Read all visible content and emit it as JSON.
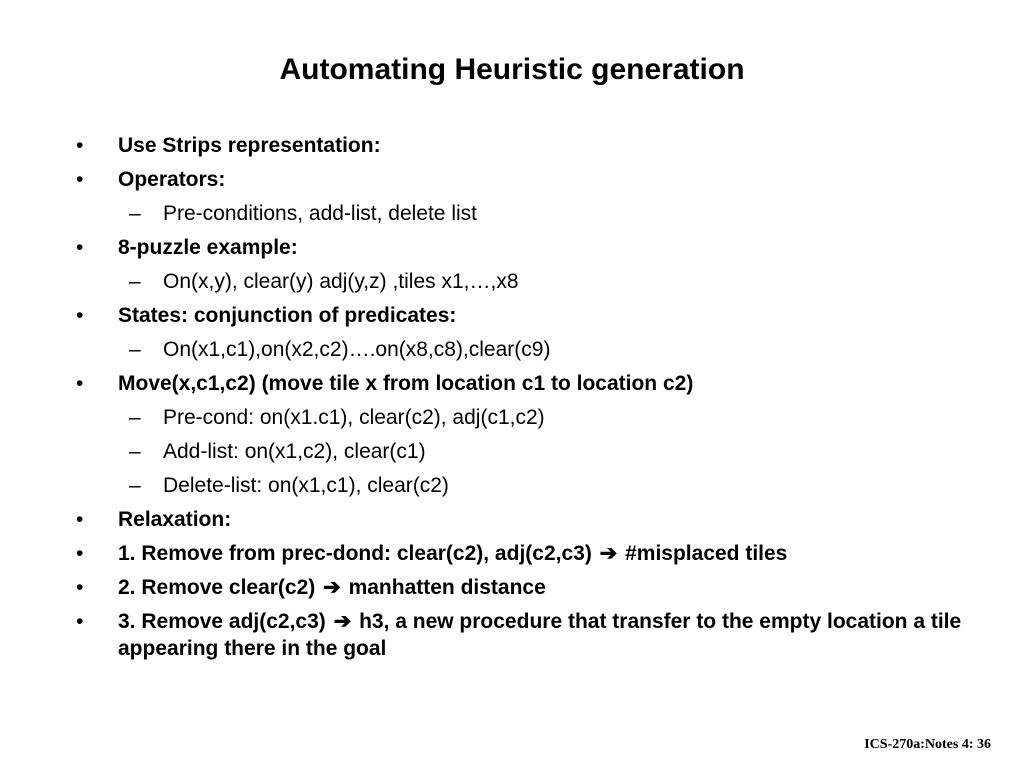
{
  "slide": {
    "title": "Automating Heuristic generation",
    "footer": "ICS-270a:Notes 4: 36",
    "bullet_marker": "•",
    "dash_marker": "–",
    "arrow_glyph": "➔"
  },
  "items": [
    {
      "level": 1,
      "text": "Use Strips representation:"
    },
    {
      "level": 1,
      "text": "Operators:"
    },
    {
      "level": 2,
      "text": "Pre-conditions, add-list, delete list"
    },
    {
      "level": 1,
      "text": "8-puzzle example:"
    },
    {
      "level": 2,
      "text": "On(x,y), clear(y) adj(y,z) ,tiles x1,…,x8"
    },
    {
      "level": 1,
      "text": "States: conjunction of predicates:"
    },
    {
      "level": 2,
      "text": "On(x1,c1),on(x2,c2)….on(x8,c8),clear(c9)"
    },
    {
      "level": 1,
      "text": "Move(x,c1,c2) (move tile x from location c1 to location c2)"
    },
    {
      "level": 2,
      "text": "Pre-cond:  on(x1.c1), clear(c2), adj(c1,c2)"
    },
    {
      "level": 2,
      "text": "Add-list: on(x1,c2), clear(c1)"
    },
    {
      "level": 2,
      "text": "Delete-list: on(x1,c1), clear(c2)"
    },
    {
      "level": 1,
      "text": "Relaxation:"
    },
    {
      "level": 1,
      "text": "1. Remove from prec-dond: clear(c2), adj(c2,c3)",
      "arrow": true,
      "after": "#misplaced tiles"
    },
    {
      "level": 1,
      "text": "2. Remove clear(c2)",
      "arrow": true,
      "after": "manhatten distance"
    },
    {
      "level": 1,
      "text": "3. Remove adj(c2,c3)",
      "arrow": true,
      "after": "h3, a new procedure that transfer to the empty location a tile appearing there in the goal"
    }
  ]
}
